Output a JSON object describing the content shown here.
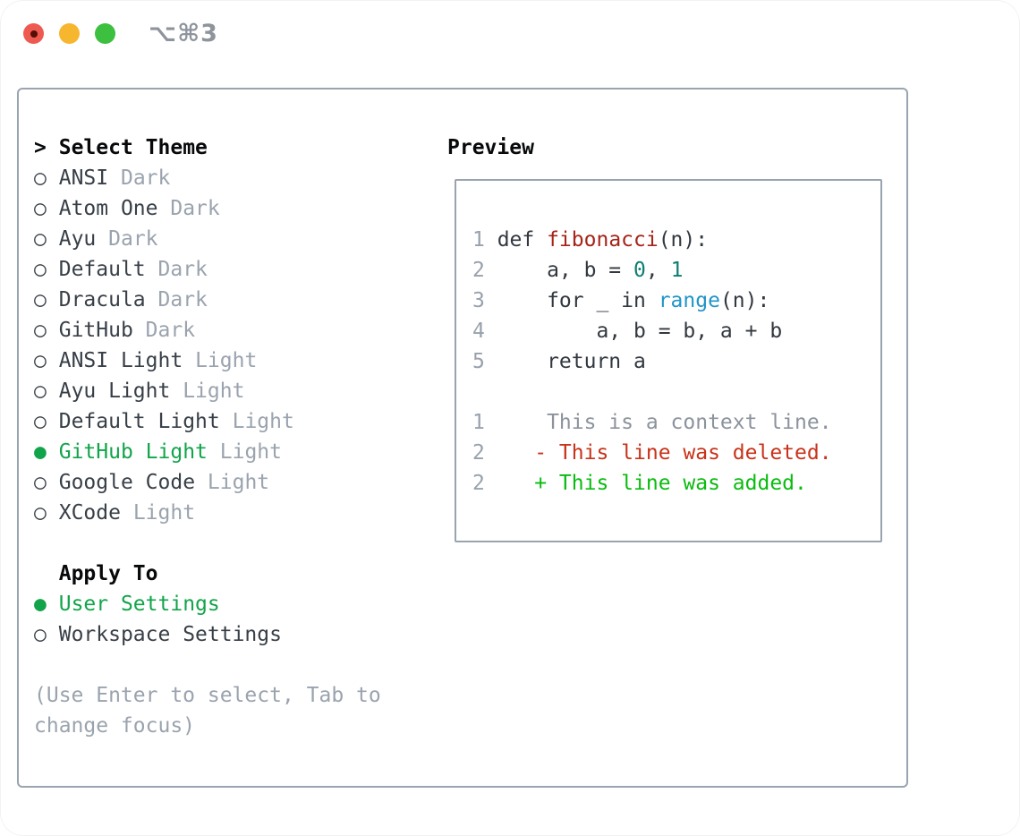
{
  "window": {
    "shortcut_title": "⌥⌘3",
    "controls": [
      {
        "name": "close"
      },
      {
        "name": "minimize"
      },
      {
        "name": "zoom"
      }
    ]
  },
  "theme_selector": {
    "prompt": ">",
    "title": "Select Theme",
    "items": [
      {
        "marker": "○",
        "name": "ANSI",
        "variant": "Dark",
        "selected": false
      },
      {
        "marker": "○",
        "name": "Atom One",
        "variant": "Dark",
        "selected": false
      },
      {
        "marker": "○",
        "name": "Ayu",
        "variant": "Dark",
        "selected": false
      },
      {
        "marker": "○",
        "name": "Default",
        "variant": "Dark",
        "selected": false
      },
      {
        "marker": "○",
        "name": "Dracula",
        "variant": "Dark",
        "selected": false
      },
      {
        "marker": "○",
        "name": "GitHub",
        "variant": "Dark",
        "selected": false
      },
      {
        "marker": "○",
        "name": "ANSI Light",
        "variant": "Light",
        "selected": false
      },
      {
        "marker": "○",
        "name": "Ayu Light",
        "variant": "Light",
        "selected": false
      },
      {
        "marker": "○",
        "name": "Default Light",
        "variant": "Light",
        "selected": false
      },
      {
        "marker": "●",
        "name": "GitHub Light",
        "variant": "Light",
        "selected": true
      },
      {
        "marker": "○",
        "name": "Google Code",
        "variant": "Light",
        "selected": false
      },
      {
        "marker": "○",
        "name": "XCode",
        "variant": "Light",
        "selected": false
      }
    ]
  },
  "apply_to": {
    "title": "Apply To",
    "options": [
      {
        "marker": "●",
        "label": "User Settings",
        "selected": true
      },
      {
        "marker": "○",
        "label": "Workspace Settings",
        "selected": false
      }
    ]
  },
  "hint": "(Use Enter to select, Tab to change focus)",
  "preview": {
    "title": "Preview",
    "code_lines": [
      {
        "num": "1",
        "tokens": [
          {
            "text": "def ",
            "style": "plain"
          },
          {
            "text": "fibonacci",
            "style": "function"
          },
          {
            "text": "(n):",
            "style": "plain"
          }
        ]
      },
      {
        "num": "2",
        "tokens": [
          {
            "text": "    a, b = ",
            "style": "plain"
          },
          {
            "text": "0",
            "style": "number"
          },
          {
            "text": ", ",
            "style": "plain"
          },
          {
            "text": "1",
            "style": "number"
          }
        ]
      },
      {
        "num": "3",
        "tokens": [
          {
            "text": "    for _ in ",
            "style": "plain"
          },
          {
            "text": "range",
            "style": "call"
          },
          {
            "text": "(n):",
            "style": "plain"
          }
        ]
      },
      {
        "num": "4",
        "tokens": [
          {
            "text": "        a, b = b, a + b",
            "style": "plain"
          }
        ]
      },
      {
        "num": "5",
        "tokens": [
          {
            "text": "    return a",
            "style": "plain"
          }
        ]
      }
    ],
    "diff_lines": [
      {
        "num": "1",
        "text": "    This is a context line.",
        "kind": "context"
      },
      {
        "num": "2",
        "text": "   - This line was deleted.",
        "kind": "deleted"
      },
      {
        "num": "2",
        "text": "   + This line was added.",
        "kind": "added"
      }
    ]
  },
  "colors": {
    "accent_green": "#12a44a",
    "added_green": "#09bc0f",
    "deleted_red": "#c8331a",
    "function_red": "#a6241a",
    "number_teal": "#0e7d74",
    "call_blue": "#2095c9",
    "text_dark": "#383f47",
    "muted_gray": "#9aa3ae",
    "gutter_gray": "#98a1ac",
    "context_gray": "#8b939c",
    "code_plain": "#32383f",
    "panel_border": "#99a4b1",
    "titlebar_gray": "#8d949c",
    "light_red": "#ef5a50",
    "light_red_dot": "#530f08",
    "light_yellow": "#f6b62e",
    "light_green": "#3dbf3f"
  }
}
